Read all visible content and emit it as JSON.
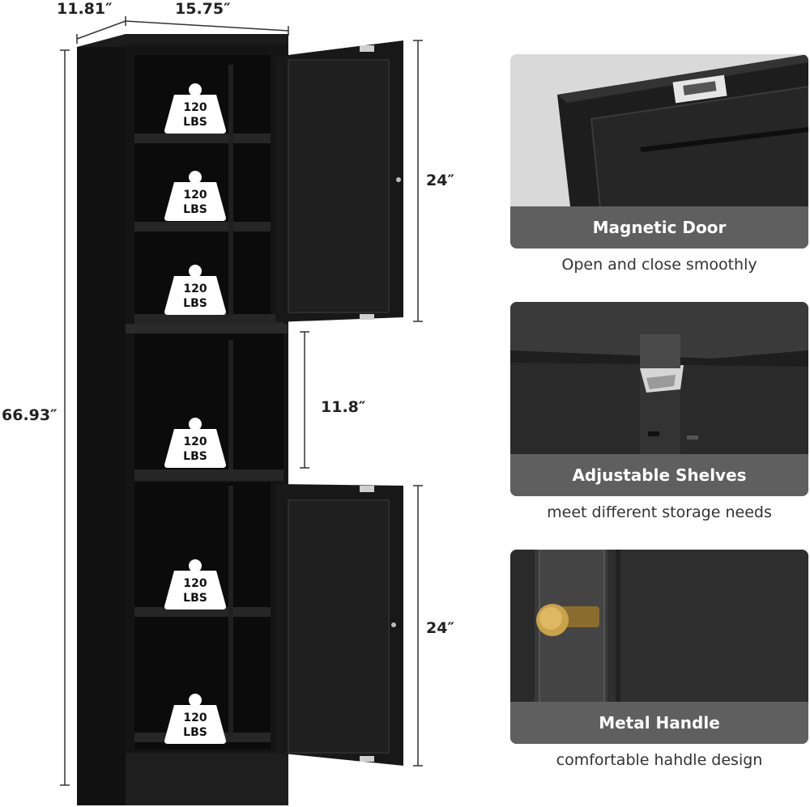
{
  "dimensions": {
    "depth": "11.81″",
    "width": "15.75″",
    "height": "66.93″",
    "upper_door": "24″",
    "middle_gap": "11.8″",
    "lower_door": "24″"
  },
  "shelf_load_badges": [
    {
      "value": "120",
      "unit": "LBS"
    },
    {
      "value": "120",
      "unit": "LBS"
    },
    {
      "value": "120",
      "unit": "LBS"
    },
    {
      "value": "120",
      "unit": "LBS"
    },
    {
      "value": "120",
      "unit": "LBS"
    },
    {
      "value": "120",
      "unit": "LBS"
    }
  ],
  "features": [
    {
      "title": "Magnetic Door",
      "caption": "Open and close smoothly",
      "icon": "magnetic-latch"
    },
    {
      "title": "Adjustable Shelves",
      "caption": "meet different storage needs",
      "icon": "shelf-clip"
    },
    {
      "title": "Metal Handle",
      "caption": "comfortable hahdle design",
      "icon": "gold-knob"
    }
  ],
  "colors": {
    "cabinet": "#161616",
    "band": "#5f5f5f",
    "handle_gold": "#c9a24a"
  }
}
